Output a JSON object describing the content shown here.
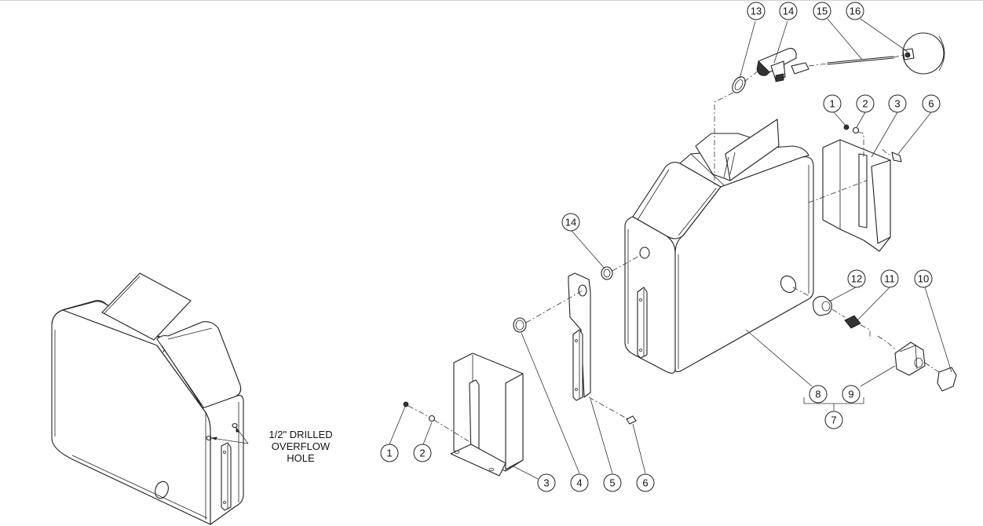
{
  "diagram": {
    "type": "exploded-assembly-drawing",
    "note": {
      "line1": "1/2\" DRILLED",
      "line2": "OVERFLOW",
      "line3": "HOLE"
    },
    "callouts": {
      "top": [
        {
          "id": "c13a",
          "label": "13"
        },
        {
          "id": "c14a",
          "label": "14"
        },
        {
          "id": "c15",
          "label": "15"
        },
        {
          "id": "c16",
          "label": "16"
        }
      ],
      "right_bracket": [
        {
          "id": "c1b",
          "label": "1"
        },
        {
          "id": "c2b",
          "label": "2"
        },
        {
          "id": "c3b",
          "label": "3"
        },
        {
          "id": "c6b",
          "label": "6"
        }
      ],
      "middle": [
        {
          "id": "c14b",
          "label": "14"
        }
      ],
      "drain": [
        {
          "id": "c12",
          "label": "12"
        },
        {
          "id": "c11",
          "label": "11"
        },
        {
          "id": "c10",
          "label": "10"
        },
        {
          "id": "c8",
          "label": "8"
        },
        {
          "id": "c9",
          "label": "9"
        },
        {
          "id": "c7",
          "label": "7"
        }
      ],
      "bottom": [
        {
          "id": "c1a",
          "label": "1"
        },
        {
          "id": "c2a",
          "label": "2"
        },
        {
          "id": "c3a",
          "label": "3"
        },
        {
          "id": "c4",
          "label": "4"
        },
        {
          "id": "c5",
          "label": "5"
        },
        {
          "id": "c6a",
          "label": "6"
        }
      ]
    }
  }
}
